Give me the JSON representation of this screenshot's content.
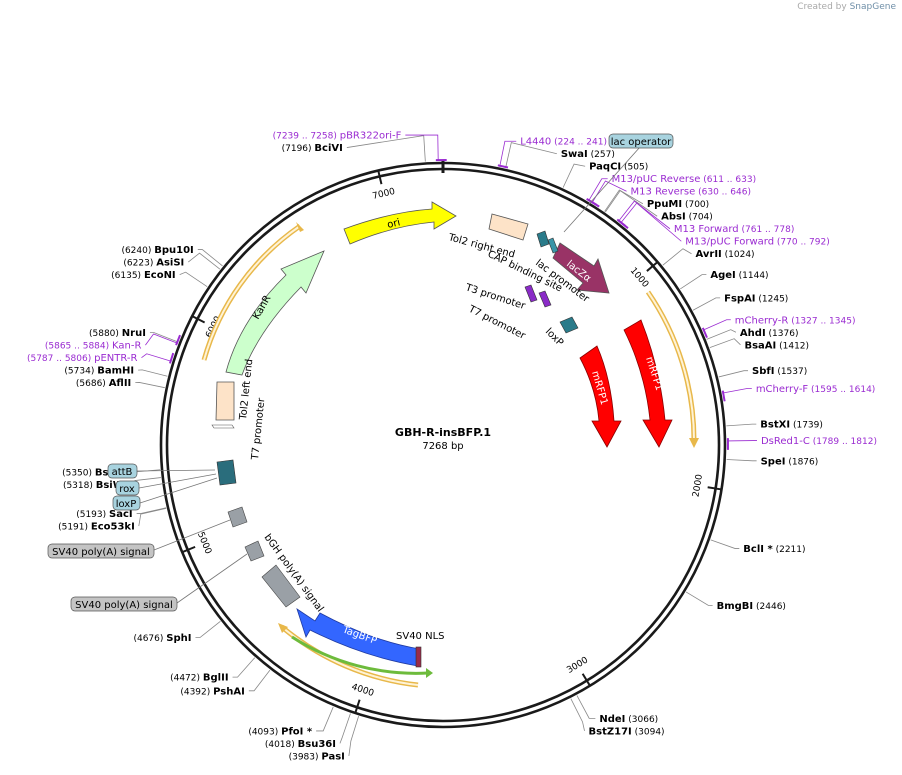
{
  "credit": {
    "prefix": "Created by",
    "brand": "SnapGene"
  },
  "plasmid": {
    "name": "GBH-R-insBFP.1",
    "length_label": "7268 bp",
    "length": 7268
  },
  "colors": {
    "enzyme_text": "#000000",
    "primer": "#9a2bd1",
    "backbone": "#1a1a1a"
  },
  "ticks": [
    {
      "pos": 1000,
      "label": "1000"
    },
    {
      "pos": 2000,
      "label": "2000"
    },
    {
      "pos": 3000,
      "label": "3000"
    },
    {
      "pos": 4000,
      "label": "4000"
    },
    {
      "pos": 5000,
      "label": "5000"
    },
    {
      "pos": 6000,
      "label": "6000"
    },
    {
      "pos": 7000,
      "label": "7000"
    }
  ],
  "sites": [
    {
      "name": "SwaI",
      "coord": "(257)",
      "pos": 257,
      "side": "right"
    },
    {
      "name": "PaqCI",
      "coord": "(505)",
      "pos": 505,
      "side": "right"
    },
    {
      "name": "PpuMI",
      "coord": "(700)",
      "pos": 700,
      "side": "right"
    },
    {
      "name": "AbsI",
      "coord": "(704)",
      "pos": 704,
      "side": "right"
    },
    {
      "name": "AvrII",
      "coord": "(1024)",
      "pos": 1024,
      "side": "right"
    },
    {
      "name": "AgeI",
      "coord": "(1144)",
      "pos": 1144,
      "side": "right"
    },
    {
      "name": "FspAI",
      "coord": "(1245)",
      "pos": 1245,
      "side": "right"
    },
    {
      "name": "AhdI",
      "coord": "(1376)",
      "pos": 1376,
      "side": "right"
    },
    {
      "name": "BsaAI",
      "coord": "(1412)",
      "pos": 1412,
      "side": "right"
    },
    {
      "name": "SbfI",
      "coord": "(1537)",
      "pos": 1537,
      "side": "right"
    },
    {
      "name": "BstXI",
      "coord": "(1739)",
      "pos": 1739,
      "side": "right"
    },
    {
      "name": "SpeI",
      "coord": "(1876)",
      "pos": 1876,
      "side": "right"
    },
    {
      "name": "BclI *",
      "coord": "(2211)",
      "pos": 2211,
      "side": "right"
    },
    {
      "name": "BmgBI",
      "coord": "(2446)",
      "pos": 2446,
      "side": "right"
    },
    {
      "name": "NdeI",
      "coord": "(3066)",
      "pos": 3066,
      "side": "right"
    },
    {
      "name": "BstZ17I",
      "coord": "(3094)",
      "pos": 3094,
      "side": "right"
    },
    {
      "name": "PasI",
      "coord": "(3983)",
      "pos": 3983,
      "side": "left"
    },
    {
      "name": "Bsu36I",
      "coord": "(4018)",
      "pos": 4018,
      "side": "left"
    },
    {
      "name": "PfoI *",
      "coord": "(4093)",
      "pos": 4093,
      "side": "left"
    },
    {
      "name": "PshAI",
      "coord": "(4392)",
      "pos": 4392,
      "side": "left"
    },
    {
      "name": "BglII",
      "coord": "(4472)",
      "pos": 4472,
      "side": "left"
    },
    {
      "name": "SphI",
      "coord": "(4676)",
      "pos": 4676,
      "side": "left"
    },
    {
      "name": "Eco53kI",
      "coord": "(5191)",
      "pos": 5191,
      "side": "left"
    },
    {
      "name": "SacI",
      "coord": "(5193)",
      "pos": 5193,
      "side": "left"
    },
    {
      "name": "BsiWI",
      "coord": "(5318)",
      "pos": 5318,
      "side": "left"
    },
    {
      "name": "BspEI",
      "coord": "(5350)",
      "pos": 5350,
      "side": "left"
    },
    {
      "name": "AflII",
      "coord": "(5686)",
      "pos": 5686,
      "side": "left"
    },
    {
      "name": "BamHI",
      "coord": "(5734)",
      "pos": 5734,
      "side": "left"
    },
    {
      "name": "NruI",
      "coord": "(5880)",
      "pos": 5880,
      "side": "left"
    },
    {
      "name": "EcoNI",
      "coord": "(6135)",
      "pos": 6135,
      "side": "left"
    },
    {
      "name": "AsiSI",
      "coord": "(6223)",
      "pos": 6223,
      "side": "left"
    },
    {
      "name": "Bpu10I",
      "coord": "(6240)",
      "pos": 6240,
      "side": "left"
    },
    {
      "name": "BciVI",
      "coord": "(7196)",
      "pos": 7196,
      "side": "left"
    }
  ],
  "primers": [
    {
      "name": "pBR322ori-F",
      "coord": "(7239 .. 7258)",
      "start": 7239,
      "end": 7258,
      "side": "left"
    },
    {
      "name": "L4440",
      "coord": "(224 .. 241)",
      "start": 224,
      "end": 241,
      "side": "right"
    },
    {
      "name": "M13/pUC Reverse",
      "coord": "(611 .. 633)",
      "start": 611,
      "end": 633,
      "side": "right"
    },
    {
      "name": "M13 Reverse",
      "coord": "(630 .. 646)",
      "start": 630,
      "end": 646,
      "side": "right"
    },
    {
      "name": "M13 Forward",
      "coord": "(761 .. 778)",
      "start": 761,
      "end": 778,
      "side": "right"
    },
    {
      "name": "M13/pUC Forward",
      "coord": "(770 .. 792)",
      "start": 770,
      "end": 792,
      "side": "right"
    },
    {
      "name": "mCherry-R",
      "coord": "(1327 .. 1345)",
      "start": 1327,
      "end": 1345,
      "side": "right"
    },
    {
      "name": "mCherry-F",
      "coord": "(1595 .. 1614)",
      "start": 1595,
      "end": 1614,
      "side": "right"
    },
    {
      "name": "DsRed1-C",
      "coord": "(1789 .. 1812)",
      "start": 1789,
      "end": 1812,
      "side": "right"
    },
    {
      "name": "Kan-R",
      "coord": "(5865 .. 5884)",
      "start": 5865,
      "end": 5884,
      "side": "left"
    },
    {
      "name": "pENTR-R",
      "coord": "(5787 .. 5806)",
      "start": 5787,
      "end": 5806,
      "side": "left"
    }
  ],
  "boxed_labels": [
    {
      "name": "lac operator",
      "color": "#a8d3df"
    },
    {
      "name": "attB",
      "color": "#a8d3df"
    },
    {
      "name": "rox",
      "color": "#a8d3df"
    },
    {
      "name": "loxP",
      "color": "#a8d3df"
    },
    {
      "name": "SV40 poly(A) signal",
      "color": "#c4c4c4"
    },
    {
      "name": "SV40 poly(A) signal",
      "color": "#c4c4c4"
    }
  ],
  "features": [
    {
      "name": "ori",
      "color": "#ffff00"
    },
    {
      "name": "lacZα",
      "color": "#993366"
    },
    {
      "name": "mRFP1",
      "color": "#ff0000"
    },
    {
      "name": "mRFP1",
      "color": "#ff0000"
    },
    {
      "name": "KanR",
      "color": "#ccffcc"
    },
    {
      "name": "TagBFP",
      "color": "#3366ff"
    }
  ],
  "inner_labels": [
    "Tol2 right end",
    "CAP binding site",
    "lac promoter",
    "T3 promoter",
    "T7 promoter",
    "loxP",
    "Tol2 left end",
    "T7 promoter",
    "bGH poly(A) signal",
    "SV40 NLS"
  ]
}
